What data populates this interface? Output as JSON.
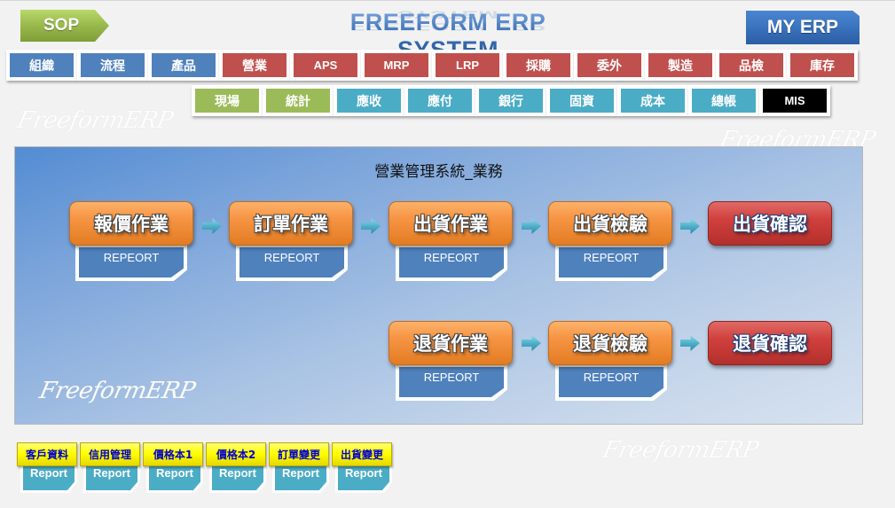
{
  "header": {
    "sop_label": "SOP",
    "title": "FREEFORM ERP SYSTEM",
    "my_erp_label": "MY ERP"
  },
  "nav": {
    "row1": [
      {
        "label": "組織",
        "color": "blue"
      },
      {
        "label": "流程",
        "color": "blue"
      },
      {
        "label": "產品",
        "color": "blue"
      },
      {
        "label": "營業",
        "color": "red"
      },
      {
        "label": "APS",
        "color": "red"
      },
      {
        "label": "MRP",
        "color": "red"
      },
      {
        "label": "LRP",
        "color": "red"
      },
      {
        "label": "採購",
        "color": "red"
      },
      {
        "label": "委外",
        "color": "red"
      },
      {
        "label": "製造",
        "color": "red"
      },
      {
        "label": "品檢",
        "color": "red"
      },
      {
        "label": "庫存",
        "color": "red"
      }
    ],
    "row2": [
      {
        "label": "現場",
        "color": "green"
      },
      {
        "label": "統計",
        "color": "green"
      },
      {
        "label": "應收",
        "color": "teal"
      },
      {
        "label": "應付",
        "color": "teal"
      },
      {
        "label": "銀行",
        "color": "teal"
      },
      {
        "label": "固資",
        "color": "teal"
      },
      {
        "label": "成本",
        "color": "teal"
      },
      {
        "label": "總帳",
        "color": "teal"
      },
      {
        "label": "MIS",
        "color": "black"
      }
    ]
  },
  "colors": {
    "blue": "#4f81bd",
    "red": "#c0504d",
    "green": "#9bbb59",
    "teal": "#4bacc6",
    "black": "#000000",
    "orange": "#f79646",
    "yellow": "#ffff00"
  },
  "watermark": "FreeformERP",
  "panel": {
    "title": "營業管理系統_業務",
    "sales_flow": [
      {
        "label": "報價作業",
        "report": "REPEORT",
        "type": "orange"
      },
      {
        "label": "訂單作業",
        "report": "REPEORT",
        "type": "orange"
      },
      {
        "label": "出貨作業",
        "report": "REPEORT",
        "type": "orange"
      },
      {
        "label": "出貨檢驗",
        "report": "REPEORT",
        "type": "orange"
      },
      {
        "label": "出貨確認",
        "type": "red"
      }
    ],
    "return_flow": [
      {
        "label": "退貨作業",
        "report": "REPEORT",
        "type": "orange"
      },
      {
        "label": "退貨檢驗",
        "report": "REPEORT",
        "type": "orange"
      },
      {
        "label": "退貨確認",
        "type": "red"
      }
    ]
  },
  "bottom_reports": [
    {
      "label": "客戶資料",
      "report": "Report"
    },
    {
      "label": "信用管理",
      "report": "Report"
    },
    {
      "label": "價格本1",
      "report": "Report"
    },
    {
      "label": "價格本2",
      "report": "Report"
    },
    {
      "label": "訂單變更",
      "report": "Report"
    },
    {
      "label": "出貨變更",
      "report": "Report"
    }
  ]
}
